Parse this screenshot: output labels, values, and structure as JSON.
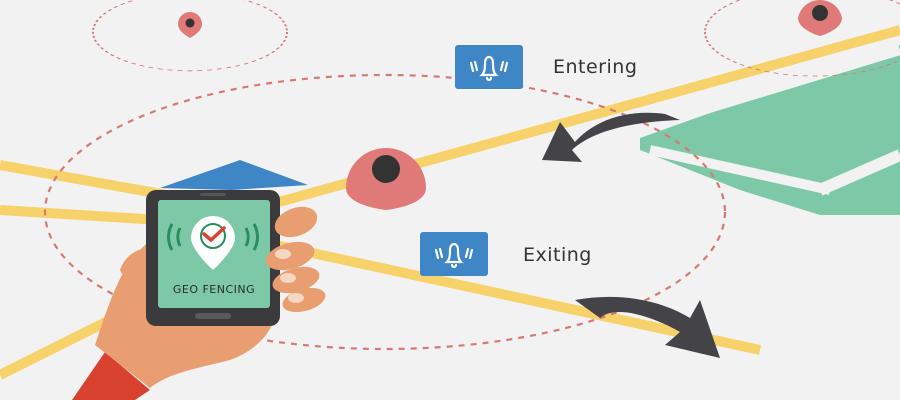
{
  "events": {
    "entering_label": "Entering",
    "exiting_label": "Exiting"
  },
  "phone": {
    "screen_text": "GEO FENCING"
  },
  "colors": {
    "background": "#f2f2f2",
    "road": "#f7d26a",
    "zone": "#7dc9a7",
    "fence": "#d47a74",
    "pin": "#e07a78",
    "badge": "#3e86c6",
    "arrow": "#444448",
    "skin": "#e89e70",
    "sleeve": "#d9412f"
  },
  "icons": [
    "map-pin-icon",
    "bell-icon",
    "checkmark-icon",
    "curved-arrow-icon"
  ]
}
